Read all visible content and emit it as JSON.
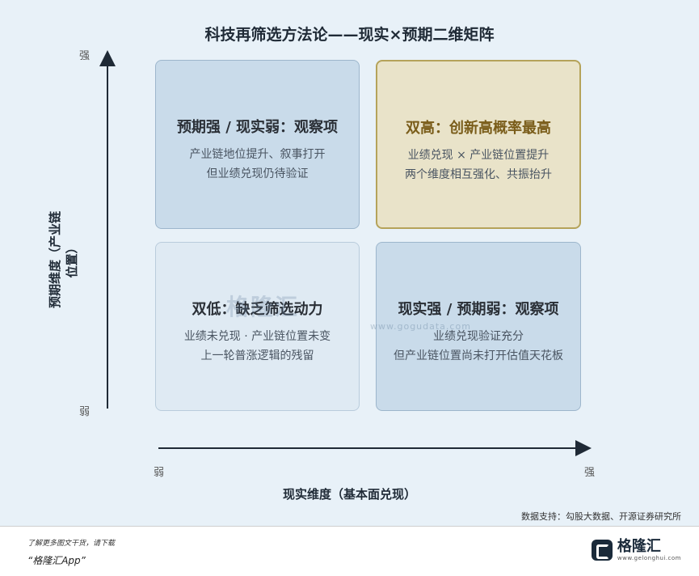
{
  "title": "科技再筛选方法论——现实×预期二维矩阵",
  "y_axis": {
    "label": "预期维度（产业链位置）",
    "top": "强",
    "bottom": "弱"
  },
  "x_axis": {
    "label": "现实维度（基本面兑现）",
    "left": "弱",
    "right": "强"
  },
  "quadrants": {
    "top_left": {
      "heading": "预期强 / 现实弱：观察项",
      "lines": [
        "产业链地位提升、叙事打开",
        "但业绩兑现仍待验证"
      ]
    },
    "top_right": {
      "heading": "双高：创新高概率最高",
      "lines": [
        "业绩兑现 × 产业链位置提升",
        "两个维度相互强化、共振抬升"
      ]
    },
    "bottom_left": {
      "heading": "双低：缺乏筛选动力",
      "lines": [
        "业绩未兑现 · 产业链位置未变",
        "上一轮普涨逻辑的残留"
      ]
    },
    "bottom_right": {
      "heading": "现实强 / 预期弱：观察项",
      "lines": [
        "业绩兑现验证充分",
        "但产业链位置尚未打开估值天花板"
      ]
    }
  },
  "watermark": {
    "text": "格隆汇",
    "url": "www.gogudata.com"
  },
  "source": "数据支持：勾股大数据、开源证券研究所",
  "promo": {
    "line1": "了解更多图文干货，请下载",
    "line2": "“格隆汇App”"
  },
  "logo": {
    "name": "格隆汇",
    "sub": "www.gelonghui.com"
  },
  "colors": {
    "background": "#e8f1f8",
    "gold_border": "#b5a35a",
    "blue_card": "#c9dbea"
  }
}
